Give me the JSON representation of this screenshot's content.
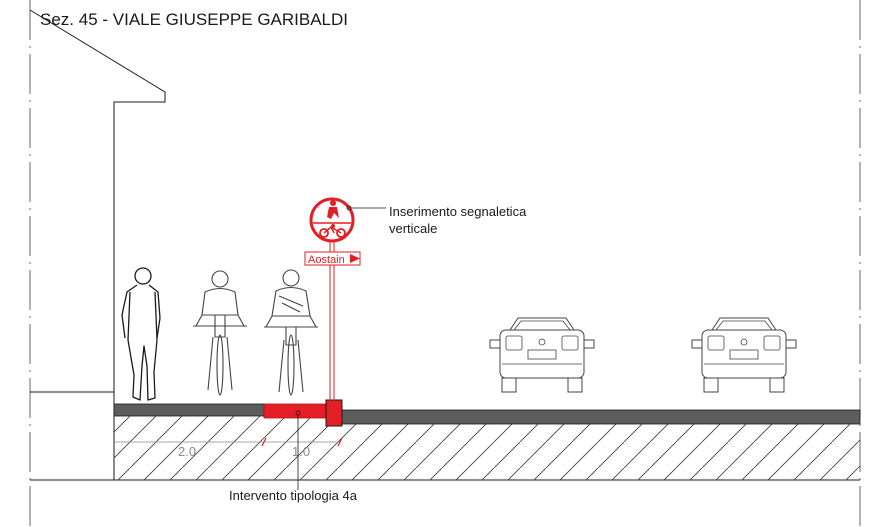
{
  "title": "Sez. 45 - VIALE GIUSEPPE GARIBALDI",
  "annotations": {
    "signage": [
      "Inserimento segnaletica",
      "verticale"
    ],
    "intervention": "Intervento tipologia 4a"
  },
  "sign": {
    "plate_text": "Aostain",
    "icon": "pedestrian-cyclist-icon"
  },
  "dimensions": {
    "sidewalk_width": "2.0",
    "intervention_width": "1.0"
  },
  "colors": {
    "line": "#1a1a1a",
    "road": "#5d5d5d",
    "accent": "#e31e24",
    "dimension": "#8a8a8a"
  }
}
